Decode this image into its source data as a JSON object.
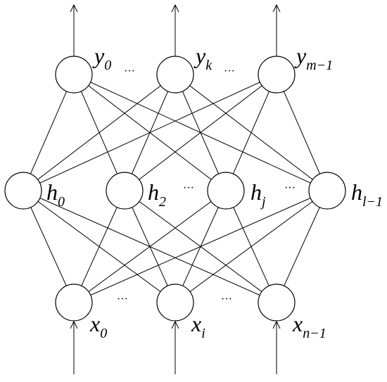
{
  "layers": {
    "output": {
      "nodes": [
        {
          "label": "y",
          "sub": "0"
        },
        {
          "label": "y",
          "sub": "k"
        },
        {
          "label": "y",
          "sub": "m−1"
        }
      ]
    },
    "hidden": {
      "nodes": [
        {
          "label": "h",
          "sub": "0"
        },
        {
          "label": "h",
          "sub": "2"
        },
        {
          "label": "h",
          "sub": "j"
        },
        {
          "label": "h",
          "sub": "l−1"
        }
      ]
    },
    "input": {
      "nodes": [
        {
          "label": "x",
          "sub": "0"
        },
        {
          "label": "x",
          "sub": "i"
        },
        {
          "label": "x",
          "sub": "n−1"
        }
      ]
    }
  },
  "ellipsis": "···",
  "colors": {
    "stroke": "#000000",
    "node_fill": "#ffffff",
    "background": "#ffffff"
  }
}
